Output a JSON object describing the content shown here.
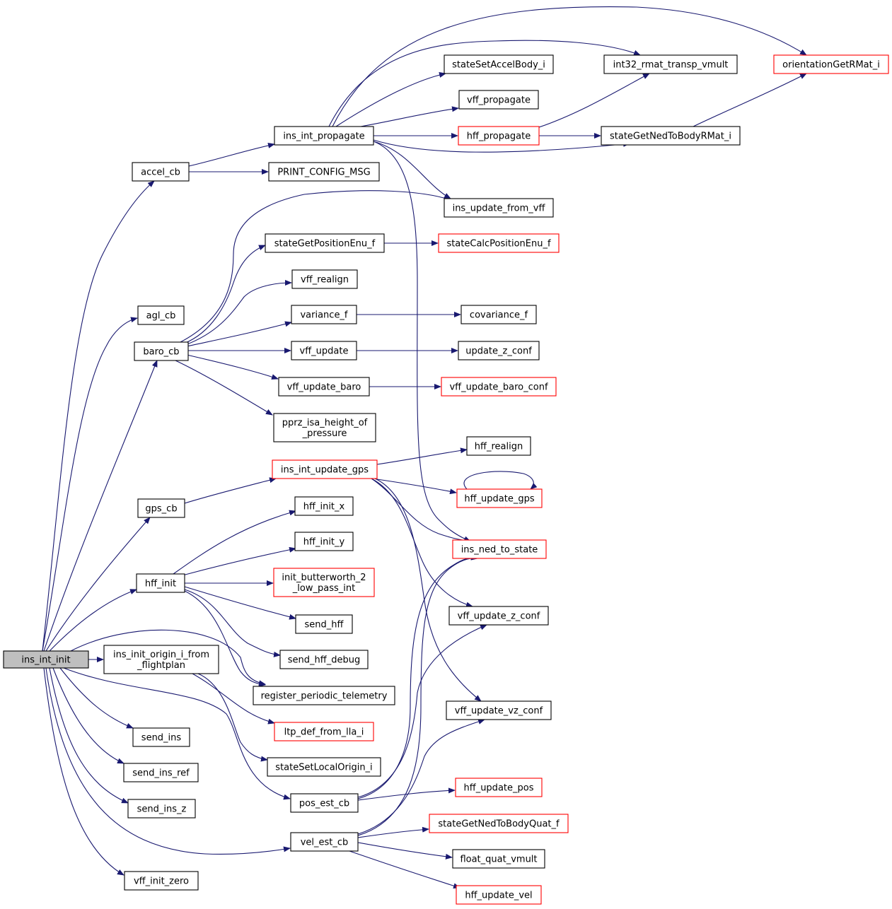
{
  "colors": {
    "edge": "#191970",
    "node_border": "#000000",
    "node_border_truncated": "#ff0000",
    "root_fill": "#bfbfbf",
    "node_fill": "#ffffff"
  },
  "nodes": [
    {
      "id": "ins_int_init",
      "lines": [
        "ins_int_init"
      ],
      "root": true
    },
    {
      "id": "accel_cb",
      "lines": [
        "accel_cb"
      ]
    },
    {
      "id": "agl_cb",
      "lines": [
        "agl_cb"
      ]
    },
    {
      "id": "baro_cb",
      "lines": [
        "baro_cb"
      ]
    },
    {
      "id": "gps_cb",
      "lines": [
        "gps_cb"
      ]
    },
    {
      "id": "hff_init",
      "lines": [
        "hff_init"
      ]
    },
    {
      "id": "ins_init_origin_i_from_flightplan",
      "lines": [
        "ins_init_origin_i_from",
        "_flightplan"
      ]
    },
    {
      "id": "send_ins",
      "lines": [
        "send_ins"
      ]
    },
    {
      "id": "send_ins_ref",
      "lines": [
        "send_ins_ref"
      ]
    },
    {
      "id": "send_ins_z",
      "lines": [
        "send_ins_z"
      ]
    },
    {
      "id": "vff_init_zero",
      "lines": [
        "vff_init_zero"
      ]
    },
    {
      "id": "ins_int_propagate",
      "lines": [
        "ins_int_propagate"
      ]
    },
    {
      "id": "PRINT_CONFIG_MSG",
      "lines": [
        "PRINT_CONFIG_MSG"
      ]
    },
    {
      "id": "stateGetPositionEnu_f",
      "lines": [
        "stateGetPositionEnu_f"
      ]
    },
    {
      "id": "vff_realign",
      "lines": [
        "vff_realign"
      ]
    },
    {
      "id": "variance_f",
      "lines": [
        "variance_f"
      ]
    },
    {
      "id": "vff_update",
      "lines": [
        "vff_update"
      ]
    },
    {
      "id": "vff_update_baro",
      "lines": [
        "vff_update_baro"
      ]
    },
    {
      "id": "pprz_isa_height_of_pressure",
      "lines": [
        "pprz_isa_height_of",
        "_pressure"
      ]
    },
    {
      "id": "ins_int_update_gps",
      "lines": [
        "ins_int_update_gps"
      ],
      "truncated": true
    },
    {
      "id": "hff_init_x",
      "lines": [
        "hff_init_x"
      ]
    },
    {
      "id": "hff_init_y",
      "lines": [
        "hff_init_y"
      ]
    },
    {
      "id": "init_butterworth_2_low_pass_int",
      "lines": [
        "init_butterworth_2",
        "_low_pass_int"
      ],
      "truncated": true
    },
    {
      "id": "send_hff",
      "lines": [
        "send_hff"
      ]
    },
    {
      "id": "send_hff_debug",
      "lines": [
        "send_hff_debug"
      ]
    },
    {
      "id": "register_periodic_telemetry",
      "lines": [
        "register_periodic_telemetry"
      ]
    },
    {
      "id": "ltp_def_from_lla_i",
      "lines": [
        "ltp_def_from_lla_i"
      ],
      "truncated": true
    },
    {
      "id": "stateSetLocalOrigin_i",
      "lines": [
        "stateSetLocalOrigin_i"
      ]
    },
    {
      "id": "pos_est_cb",
      "lines": [
        "pos_est_cb"
      ]
    },
    {
      "id": "vel_est_cb",
      "lines": [
        "vel_est_cb"
      ]
    },
    {
      "id": "stateSetAccelBody_i",
      "lines": [
        "stateSetAccelBody_i"
      ]
    },
    {
      "id": "vff_propagate",
      "lines": [
        "vff_propagate"
      ]
    },
    {
      "id": "hff_propagate",
      "lines": [
        "hff_propagate"
      ],
      "truncated": true
    },
    {
      "id": "ins_update_from_vff",
      "lines": [
        "ins_update_from_vff"
      ]
    },
    {
      "id": "stateCalcPositionEnu_f",
      "lines": [
        "stateCalcPositionEnu_f"
      ],
      "truncated": true
    },
    {
      "id": "covariance_f",
      "lines": [
        "covariance_f"
      ]
    },
    {
      "id": "update_z_conf",
      "lines": [
        "update_z_conf"
      ]
    },
    {
      "id": "vff_update_baro_conf",
      "lines": [
        "vff_update_baro_conf"
      ],
      "truncated": true
    },
    {
      "id": "hff_realign",
      "lines": [
        "hff_realign"
      ]
    },
    {
      "id": "hff_update_gps",
      "lines": [
        "hff_update_gps"
      ],
      "truncated": true
    },
    {
      "id": "ins_ned_to_state",
      "lines": [
        "ins_ned_to_state"
      ],
      "truncated": true
    },
    {
      "id": "vff_update_z_conf",
      "lines": [
        "vff_update_z_conf"
      ]
    },
    {
      "id": "vff_update_vz_conf",
      "lines": [
        "vff_update_vz_conf"
      ]
    },
    {
      "id": "hff_update_pos",
      "lines": [
        "hff_update_pos"
      ],
      "truncated": true
    },
    {
      "id": "stateGetNedToBodyQuat_f",
      "lines": [
        "stateGetNedToBodyQuat_f"
      ],
      "truncated": true
    },
    {
      "id": "float_quat_vmult",
      "lines": [
        "float_quat_vmult"
      ]
    },
    {
      "id": "hff_update_vel",
      "lines": [
        "hff_update_vel"
      ],
      "truncated": true
    },
    {
      "id": "int32_rmat_transp_vmult",
      "lines": [
        "int32_rmat_transp_vmult"
      ]
    },
    {
      "id": "stateGetNedToBodyRMat_i",
      "lines": [
        "stateGetNedToBodyRMat_i"
      ]
    },
    {
      "id": "orientationGetRMat_i",
      "lines": [
        "orientationGetRMat_i"
      ],
      "truncated": true
    }
  ],
  "edges": [
    [
      "ins_int_init",
      "accel_cb"
    ],
    [
      "ins_int_init",
      "agl_cb"
    ],
    [
      "ins_int_init",
      "baro_cb"
    ],
    [
      "ins_int_init",
      "gps_cb"
    ],
    [
      "ins_int_init",
      "hff_init"
    ],
    [
      "ins_int_init",
      "ins_init_origin_i_from_flightplan"
    ],
    [
      "ins_int_init",
      "register_periodic_telemetry"
    ],
    [
      "ins_int_init",
      "pos_est_cb"
    ],
    [
      "ins_int_init",
      "send_ins"
    ],
    [
      "ins_int_init",
      "send_ins_ref"
    ],
    [
      "ins_int_init",
      "send_ins_z"
    ],
    [
      "ins_int_init",
      "vel_est_cb"
    ],
    [
      "ins_int_init",
      "vff_init_zero"
    ],
    [
      "accel_cb",
      "ins_int_propagate"
    ],
    [
      "accel_cb",
      "PRINT_CONFIG_MSG"
    ],
    [
      "ins_int_propagate",
      "stateSetAccelBody_i"
    ],
    [
      "ins_int_propagate",
      "vff_propagate"
    ],
    [
      "ins_int_propagate",
      "hff_propagate"
    ],
    [
      "ins_int_propagate",
      "int32_rmat_transp_vmult"
    ],
    [
      "ins_int_propagate",
      "orientationGetRMat_i"
    ],
    [
      "ins_int_propagate",
      "stateGetNedToBodyRMat_i"
    ],
    [
      "ins_int_propagate",
      "ins_update_from_vff"
    ],
    [
      "ins_int_propagate",
      "ins_ned_to_state"
    ],
    [
      "hff_propagate",
      "int32_rmat_transp_vmult"
    ],
    [
      "hff_propagate",
      "stateGetNedToBodyRMat_i"
    ],
    [
      "stateGetNedToBodyRMat_i",
      "orientationGetRMat_i"
    ],
    [
      "baro_cb",
      "stateGetPositionEnu_f"
    ],
    [
      "baro_cb",
      "vff_realign"
    ],
    [
      "baro_cb",
      "variance_f"
    ],
    [
      "baro_cb",
      "vff_update"
    ],
    [
      "baro_cb",
      "vff_update_baro"
    ],
    [
      "baro_cb",
      "pprz_isa_height_of_pressure"
    ],
    [
      "baro_cb",
      "ins_update_from_vff"
    ],
    [
      "stateGetPositionEnu_f",
      "stateCalcPositionEnu_f"
    ],
    [
      "variance_f",
      "covariance_f"
    ],
    [
      "vff_update",
      "update_z_conf"
    ],
    [
      "vff_update_baro",
      "vff_update_baro_conf"
    ],
    [
      "gps_cb",
      "ins_int_update_gps"
    ],
    [
      "ins_int_update_gps",
      "hff_realign"
    ],
    [
      "ins_int_update_gps",
      "hff_update_gps"
    ],
    [
      "ins_int_update_gps",
      "ins_ned_to_state"
    ],
    [
      "ins_int_update_gps",
      "vff_update_z_conf"
    ],
    [
      "ins_int_update_gps",
      "vff_update_vz_conf"
    ],
    [
      "hff_update_gps",
      "hff_update_gps"
    ],
    [
      "hff_init",
      "hff_init_x"
    ],
    [
      "hff_init",
      "hff_init_y"
    ],
    [
      "hff_init",
      "init_butterworth_2_low_pass_int"
    ],
    [
      "hff_init",
      "send_hff"
    ],
    [
      "hff_init",
      "send_hff_debug"
    ],
    [
      "hff_init",
      "register_periodic_telemetry"
    ],
    [
      "ins_init_origin_i_from_flightplan",
      "ltp_def_from_lla_i"
    ],
    [
      "ins_init_origin_i_from_flightplan",
      "stateSetLocalOrigin_i"
    ],
    [
      "pos_est_cb",
      "hff_update_pos"
    ],
    [
      "pos_est_cb",
      "ins_ned_to_state"
    ],
    [
      "pos_est_cb",
      "vff_update_z_conf"
    ],
    [
      "vel_est_cb",
      "stateGetNedToBodyQuat_f"
    ],
    [
      "vel_est_cb",
      "float_quat_vmult"
    ],
    [
      "vel_est_cb",
      "hff_update_vel"
    ],
    [
      "vel_est_cb",
      "ins_ned_to_state"
    ],
    [
      "vel_est_cb",
      "vff_update_vz_conf"
    ]
  ]
}
